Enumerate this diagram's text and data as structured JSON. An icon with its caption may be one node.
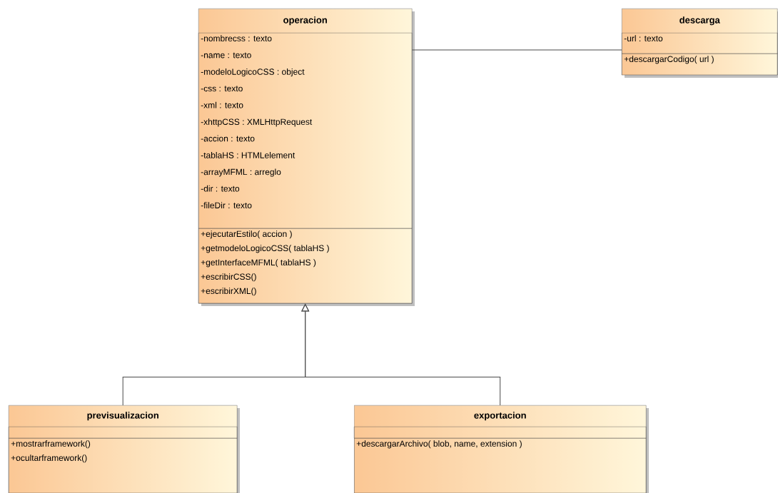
{
  "diagram": {
    "nodes": [
      {
        "text": [
          "operacion"
        ]
      },
      {
        "text": [
          "-nombrecss : texto",
          "-name : texto",
          "-modeloLogicoCSS : object",
          "-css : texto",
          "-xml : texto",
          "-xhttpCSS : XMLHttpRequest",
          "-accion : texto",
          "-tablaHS : HTMLelement",
          "-arrayMFML : arreglo",
          "-dir : texto",
          "-fileDir : texto"
        ],
        "in": 0
      },
      {
        "text": [
          "+ejecutarEstilo( accion )",
          "+getmodeloLogicoCSS( tablaHS )",
          "+getInterfaceMFML( tablaHS )",
          "+escribirCSS()",
          "+escribirXML()"
        ],
        "in": 0
      },
      {
        "text": [
          "descarga"
        ]
      },
      {
        "text": [
          "-url : texto"
        ],
        "in": 3
      },
      {
        "text": [
          "+descargarCodigo( url )"
        ],
        "in": 3
      },
      {
        "text": [
          "previsualizacion"
        ]
      },
      {
        "text": [],
        "shape": "box",
        "in": 6
      },
      {
        "text": [
          "+mostrarframework()",
          "+ocultarframework()"
        ],
        "in": 6
      },
      {
        "text": [
          "exportacion"
        ]
      },
      {
        "text": [],
        "shape": "box",
        "in": 9
      },
      {
        "text": [
          "+descargarArchivo( blob, name, extension )"
        ],
        "in": 9
      }
    ],
    "edges": [
      {
        "from": 0,
        "to": 3,
        "arrow": "none"
      },
      {
        "from": 6,
        "to": 0,
        "arrow": "to"
      },
      {
        "from": 9,
        "to": 0,
        "arrow": "to"
      }
    ]
  }
}
